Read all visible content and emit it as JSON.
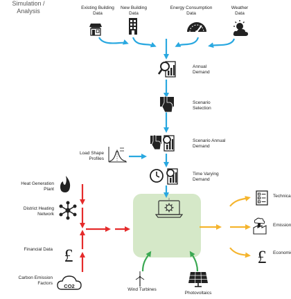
{
  "inputs_top": {
    "existing": "Existing Building Data",
    "new_building": "New Building Data",
    "energy": "Energy Consumption Data",
    "weather": "Weather Data"
  },
  "pipeline": {
    "annual_demand": "Annual Demand",
    "scenario_selection": "Scenario Selection",
    "scenario_annual": "Scenario Annual Demand",
    "time_varying": "Time Varying Demand",
    "load_shape": "Load Shape Profiles"
  },
  "inputs_left": {
    "heat_plant": "Heat Generation Plant",
    "district_network": "District Heating Network",
    "financial": "Financial Data",
    "carbon": "Carbon Emission Factors"
  },
  "core": {
    "title": "Simulation / Analysis"
  },
  "inputs_bottom": {
    "wind": "Wind Turbines",
    "pv": "Photovoltaics"
  },
  "outputs": {
    "technical": "Technical Results",
    "emissions": "Emissions Analysis",
    "economic": "Economic Analysis"
  },
  "symbols": {
    "pound": "£",
    "co2": "CO2"
  },
  "colors": {
    "blue_arrow": "#29a8e0",
    "red_arrow": "#e52b2b",
    "green_arrow": "#3aa852",
    "yellow_arrow": "#f5b52e",
    "core_box": "#d5e8c8"
  },
  "icons": {
    "existing": "shop-icon",
    "new_building": "building-icon",
    "energy": "gauge-icon",
    "weather": "sun-cloud-icon",
    "annual_demand": "magnifier-chart-icon",
    "scenario_selection": "hand-pointer-icon",
    "scenario_annual": "hand-chart-icon",
    "time_varying": "clock-chart-icon",
    "load_shape": "distribution-curve-icon",
    "heat_plant": "flame-icon",
    "district_network": "network-icon",
    "financial": "pound-icon",
    "carbon": "co2-cloud-icon",
    "core": "laptop-gear-icon",
    "wind": "wind-turbine-icon",
    "pv": "solar-panel-icon",
    "technical": "checklist-icon",
    "emissions": "factory-chart-icon",
    "economic": "pound-icon"
  }
}
